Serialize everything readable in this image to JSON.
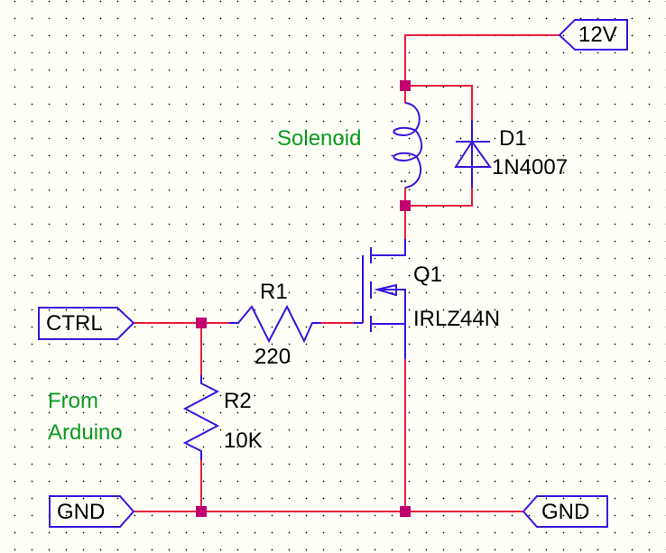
{
  "ports": {
    "vcc": "12V",
    "ctrl": "CTRL",
    "gnd_left": "GND",
    "gnd_right": "GND"
  },
  "components": {
    "solenoid": {
      "label": "Solenoid"
    },
    "d1": {
      "ref": "D1",
      "value": "1N4007"
    },
    "q1": {
      "ref": "Q1",
      "value": "IRLZ44N"
    },
    "r1": {
      "ref": "R1",
      "value": "220"
    },
    "r2": {
      "ref": "R2",
      "value": "10K"
    }
  },
  "notes": {
    "from_line1": "From",
    "from_line2": "Arduino"
  },
  "colors": {
    "wire": "#e8203a",
    "component": "#3a14e0",
    "junction": "#c0006e",
    "note": "#0a9b1e",
    "background": "#fffff8"
  }
}
